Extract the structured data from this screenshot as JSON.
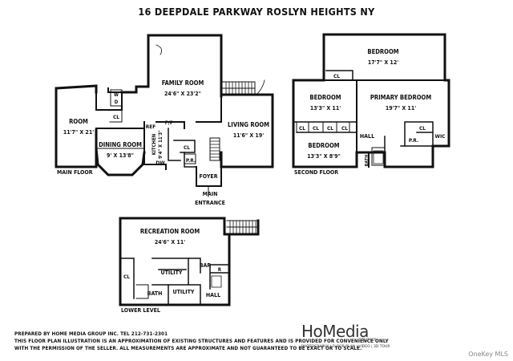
{
  "title": "16 DEEPDALE PARKWAY ROSLYN HEIGHTS NY",
  "main_floor": {
    "label": "MAIN FLOOR",
    "room": "ROOM",
    "room_dim": "11'7\" X 21'",
    "family_room": "FAMILY ROOM",
    "family_room_dim": "24'6\" X 23'2\"",
    "living_room": "LIVING ROOM",
    "living_room_dim": "11'6\" X 19'",
    "dining_room": "DINING ROOM",
    "dining_room_dim": "9' X 13'8\"",
    "kitchen": "KITCHEN",
    "kitchen_dim": "9'4\" X 11'3\"",
    "wd": "W\nD",
    "cl_a": "CL",
    "cl_b": "CL",
    "ref": "REF",
    "fp": "F/P",
    "dw": "DW",
    "pr": "P.R.",
    "foyer": "FOYER",
    "main_entrance": "MAIN\nENTRANCE"
  },
  "second_floor": {
    "label": "SECOND FLOOR",
    "bedroom_top": "BEDROOM",
    "bedroom_top_dim": "17'7\" X 12'",
    "bedroom_left": "BEDROOM",
    "bedroom_left_dim": "13'3\" X 11'",
    "primary_bedroom": "PRIMARY BEDROOM",
    "primary_bedroom_dim": "19'7\" X 11'",
    "bedroom_bottom": "BEDROOM",
    "bedroom_bottom_dim": "13'3\" X 8'9\"",
    "cl": "CL",
    "hall": "HALL",
    "bath": "BATH",
    "pr": "P.R.",
    "wic": "WIC"
  },
  "lower_level": {
    "label": "LOWER LEVEL",
    "recreation_room": "RECREATION ROOM",
    "recreation_room_dim": "24'6\" X 11'",
    "cl": "CL",
    "utility_a": "UTILITY",
    "utility_b": "UTILITY",
    "bath": "BATH",
    "bar": "BAR",
    "r": "R",
    "hall": "HALL"
  },
  "footer": {
    "line1": "PREPARED  BY  HOME MEDIA GROUP INC.  TEL 212-731-2301",
    "line2": "THIS FLOOR PLAN ILLUSTRATION IS AN APPROXIMATION OF EXISTING STRUCTURES AND FEATURES AND IS PROVIDED FOR CONVENIENCE ONLY",
    "line3": "WITH THE PERMISSION OF THE SELLER. ALL MEASUREMENTS ARE APPROXIMATE AND NOT GUARANTEED TO BE EXACT OR TO SCALE."
  },
  "logo": {
    "name": "HoMedia",
    "group": "GROUP",
    "tagline": "PHOTOGRAPHY | FLOOR PLAN | VIDEO | 3D TOUR"
  },
  "credit": "OneKey MLS"
}
